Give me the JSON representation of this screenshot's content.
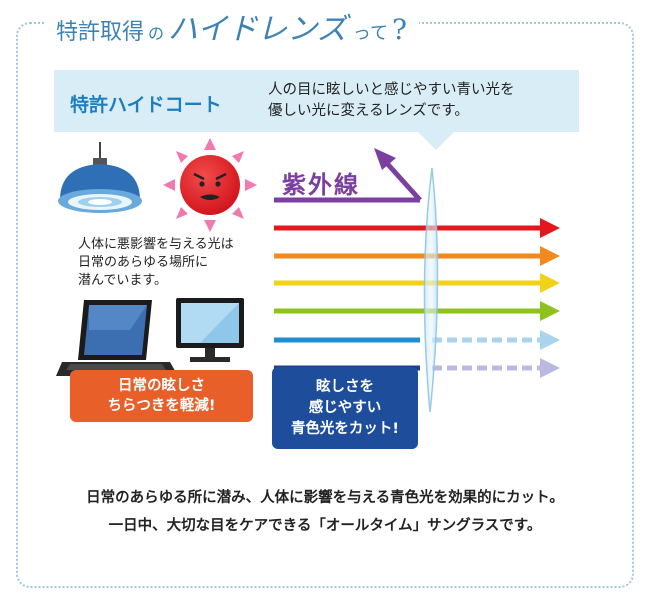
{
  "title": {
    "part1": "特許取得",
    "part2": "の",
    "part3": "ハイドレンズ",
    "part4": "って",
    "part5": "?"
  },
  "coat": {
    "name": "特許ハイドコート",
    "desc_line1": "人の目に眩しいと感じやすい青い光を",
    "desc_line2": "優しい光に変えるレンズです。"
  },
  "uv_label": "紫外線",
  "hazard": {
    "line1": "人体に悪影響を与える光は",
    "line2": "日常のあらゆる場所に",
    "line3": "潜んでいます。"
  },
  "badge_orange": {
    "line1": "日常の眩しさ",
    "line2": "ちらつきを軽減!"
  },
  "badge_blue": {
    "line1": "眩しさを",
    "line2": "感じやすい",
    "line3": "青色光をカット!"
  },
  "footer": {
    "line1": "日常のあらゆる所に潜み、人体に影響を与える青色光を効果的にカット。",
    "line2": "一日中、大切な目をケアできる「オールタイム」サングラスです。"
  },
  "colors": {
    "accent": "#3b82b6",
    "uv": "#7b3fa0",
    "red": "#e4161e",
    "orange": "#f08a1c",
    "yellow": "#f1d21a",
    "green": "#8dc21f",
    "cyan": "#1e8fd0",
    "navy": "#1d3f8f",
    "badge_orange": "#e95f2a",
    "badge_blue": "#1e4d9c"
  },
  "icons": [
    "ceiling-lamp-icon",
    "sun-icon",
    "laptop-icon",
    "monitor-icon",
    "lens-icon"
  ]
}
